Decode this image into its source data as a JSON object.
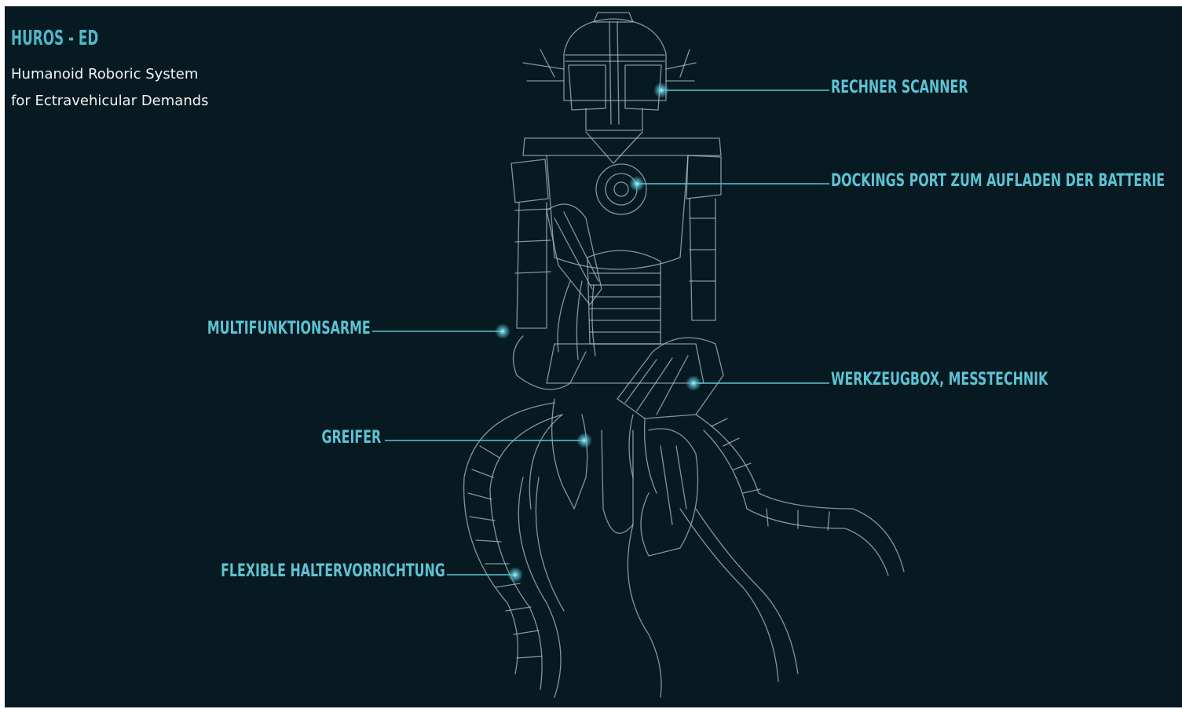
{
  "header": {
    "title": "HUROS - ED",
    "subtitle_line1": "Humanoid Roboric System",
    "subtitle_line2": "for Ectravehicular Demands"
  },
  "colors": {
    "background": "#071a22",
    "accent": "#5cc3d3",
    "sketch": "#aebfc6"
  },
  "callouts": [
    {
      "id": "rechner",
      "label": "RECHNER SCANNER"
    },
    {
      "id": "docking",
      "label": "DOCKINGS PORT ZUM AUFLADEN DER BATTERIE"
    },
    {
      "id": "multi",
      "label": "MULTIFUNKTIONSARME"
    },
    {
      "id": "werkzeug",
      "label": "WERKZEUGBOX, MESSTECHNIK"
    },
    {
      "id": "greifer",
      "label": "GREIFER"
    },
    {
      "id": "flexible",
      "label": "FLEXIBLE HALTERVORRICHTUNG"
    }
  ]
}
